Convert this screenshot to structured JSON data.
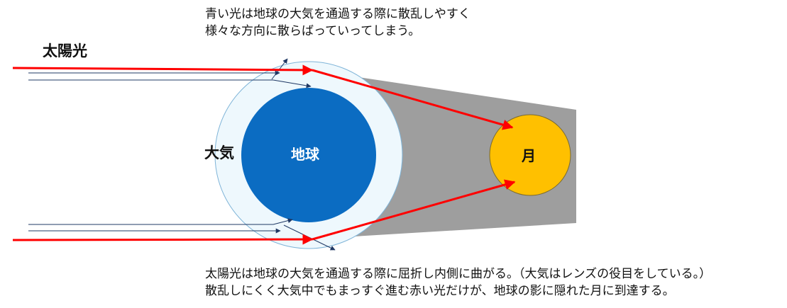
{
  "labels": {
    "sunlight": "太陽光",
    "atmosphere": "大気",
    "earth": "地球",
    "moon": "月"
  },
  "captions": {
    "top": [
      "青い光は地球の大気を通過する際に散乱しやすく",
      "様々な方向に散らばっていってしまう。"
    ],
    "bottom": [
      "太陽光は地球の大気を通過する際に屈折し内側に曲がる。（大気はレンズの役目をしている。）",
      "散乱しにくく大気中でもまっすぐ進む赤い光だけが、地球の影に隠れた月に到達する。"
    ]
  },
  "colors": {
    "earth": "#0b6cc2",
    "atmosphere": "#eef8fd",
    "atmosphere_outline": "#7fb4d8",
    "shadow": "#9e9e9e",
    "moon": "#ffc000",
    "red_light": "#ff0000",
    "blue_light": "#1f3864"
  }
}
